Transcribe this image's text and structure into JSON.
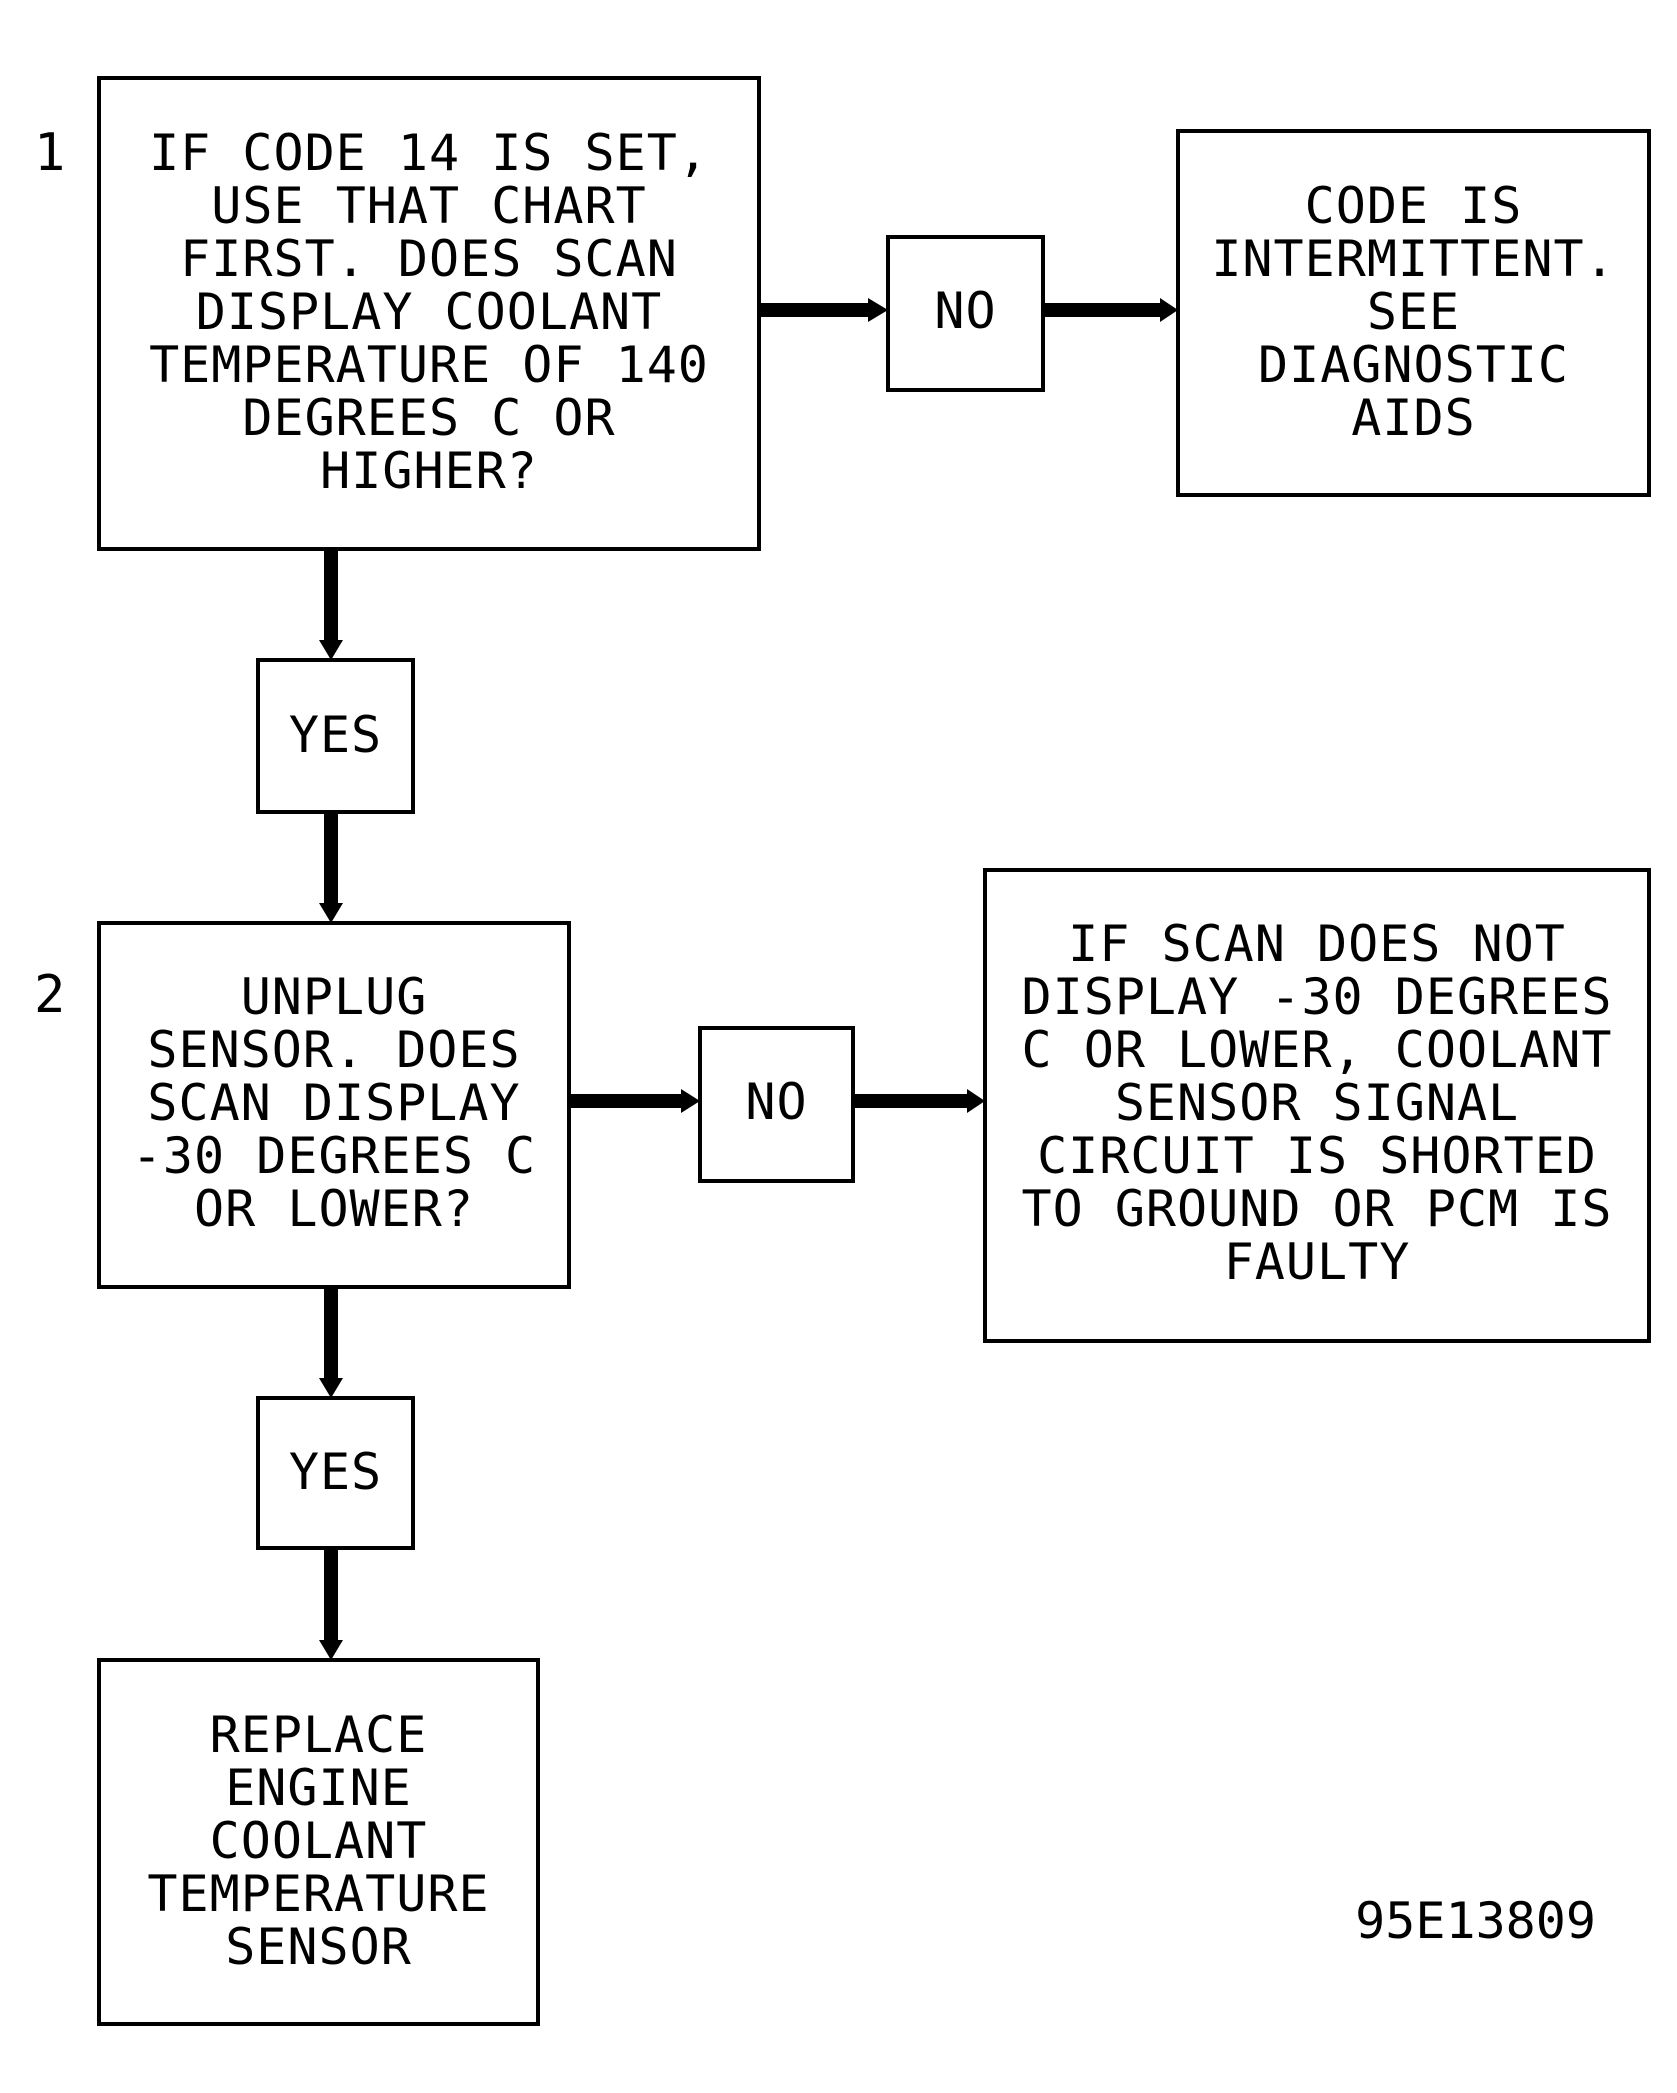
{
  "steps": {
    "step1": "1",
    "step2": "2"
  },
  "nodes": {
    "q1": [
      "IF CODE 14 IS SET,",
      "USE THAT CHART",
      "FIRST. DOES SCAN",
      "DISPLAY COOLANT",
      "TEMPERATURE OF 140",
      "DEGREES C OR",
      "HIGHER?"
    ],
    "no1": [
      "NO"
    ],
    "r1": [
      "CODE IS",
      "INTERMITTENT.",
      "SEE",
      "DIAGNOSTIC",
      "AIDS"
    ],
    "yes1": [
      "YES"
    ],
    "q2": [
      "UNPLUG",
      "SENSOR. DOES",
      "SCAN DISPLAY",
      "-30 DEGREES C",
      "OR LOWER?"
    ],
    "no2": [
      "NO"
    ],
    "r2": [
      "IF SCAN DOES NOT",
      "DISPLAY -30 DEGREES",
      "C OR LOWER, COOLANT",
      "SENSOR SIGNAL",
      "CIRCUIT IS SHORTED",
      "TO GROUND OR PCM IS",
      "FAULTY"
    ],
    "yes2": [
      "YES"
    ],
    "r3": [
      "REPLACE",
      "ENGINE",
      "COOLANT",
      "TEMPERATURE",
      "SENSOR"
    ]
  },
  "reference_code": "95E13809"
}
